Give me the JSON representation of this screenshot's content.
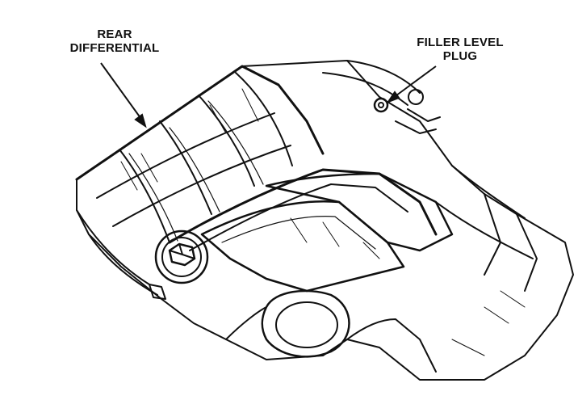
{
  "labels": {
    "rear_differential": [
      "REAR",
      "DIFFERENTIAL"
    ],
    "filler_level_plug": [
      "FILLER LEVEL",
      "PLUG"
    ]
  },
  "colors": {
    "ink": "#111111",
    "paper": "#ffffff"
  }
}
